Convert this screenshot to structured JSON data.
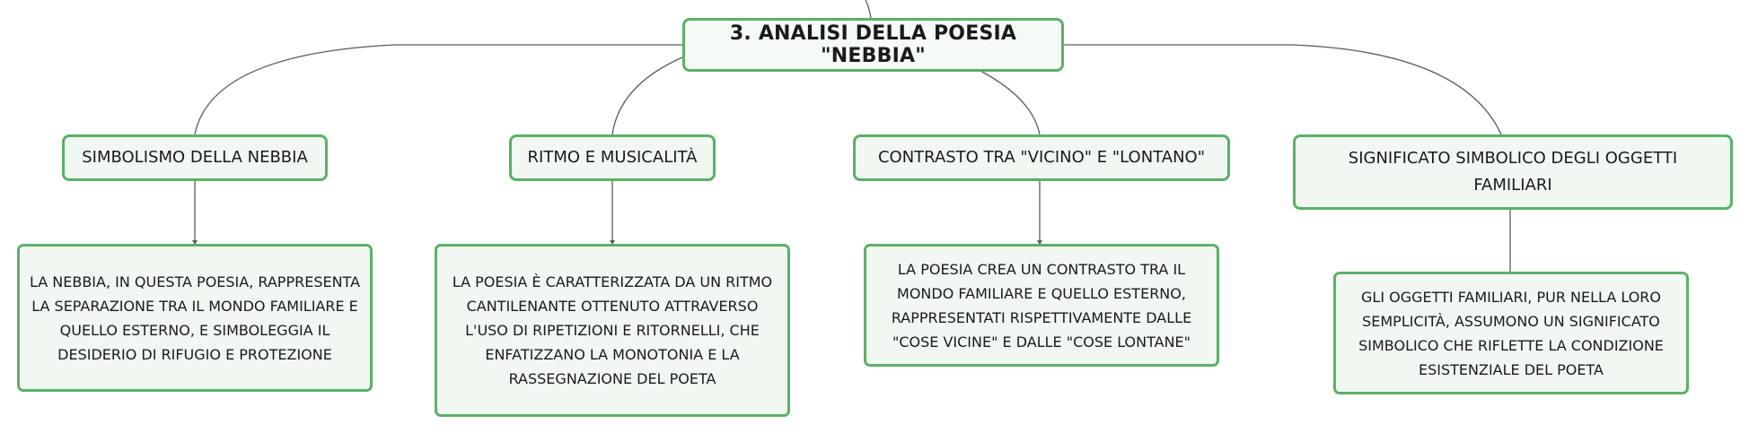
{
  "central": {
    "title": "3. ANALISI DELLA POESIA \"NEBBIA\""
  },
  "topics": [
    {
      "label": "SIMBOLISMO DELLA NEBBIA",
      "detail": "LA NEBBIA, IN QUESTA POESIA, RAPPRESENTA LA SEPARAZIONE TRA IL MONDO FAMILIARE E QUELLO ESTERNO, E SIMBOLEGGIA IL DESIDERIO DI RIFUGIO E PROTEZIONE"
    },
    {
      "label": "RITMO E MUSICALITÀ",
      "detail": "LA POESIA È CARATTERIZZATA DA UN RITMO CANTILENANTE OTTENUTO ATTRAVERSO L'USO DI RIPETIZIONI E RITORNELLI, CHE ENFATIZZANO LA MONOTONIA E LA RASSEGNAZIONE DEL POETA"
    },
    {
      "label": "CONTRASTO TRA \"VICINO\" E \"LONTANO\"",
      "detail": "LA POESIA CREA UN CONTRASTO TRA IL MONDO FAMILIARE E QUELLO ESTERNO, RAPPRESENTATI RISPETTIVAMENTE DALLE \"COSE VICINE\" E DALLE \"COSE LONTANE\""
    },
    {
      "label": "SIGNIFICATO SIMBOLICO DEGLI OGGETTI FAMILIARI",
      "detail": "GLI OGGETTI FAMILIARI, PUR NELLA LORO SEMPLICITÀ, ASSUMONO UN SIGNIFICATO SIMBOLICO CHE RIFLETTE LA CONDIZIONE ESISTENZIALE DEL POETA"
    }
  ],
  "colors": {
    "border": "#5cb068",
    "fill": "#f1f8f2",
    "connector": "#555555",
    "text": "#1a1a1a"
  }
}
